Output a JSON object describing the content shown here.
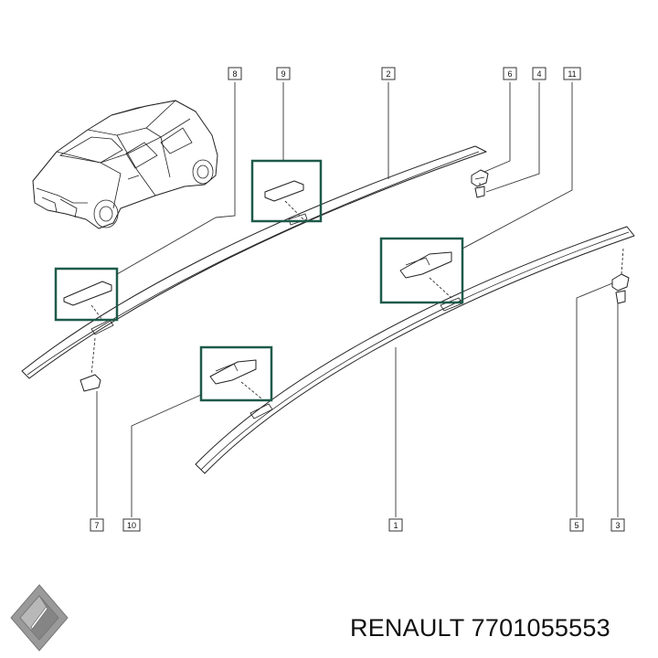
{
  "caption": {
    "brand": "RENAULT",
    "part_number": "7701055553",
    "full_text": "RENAULT 7701055553"
  },
  "callouts": {
    "c1": "1",
    "c2": "2",
    "c3": "3",
    "c4": "4",
    "c5": "5",
    "c6": "6",
    "c7": "7",
    "c8": "8",
    "c9": "9",
    "c10": "10",
    "c11": "11"
  },
  "colors": {
    "detail_frame": "#1e5a4a",
    "line": "#222222",
    "logo_fill": "#9a9a9a"
  },
  "icons": {
    "logo": "renault-diamond-logo"
  }
}
